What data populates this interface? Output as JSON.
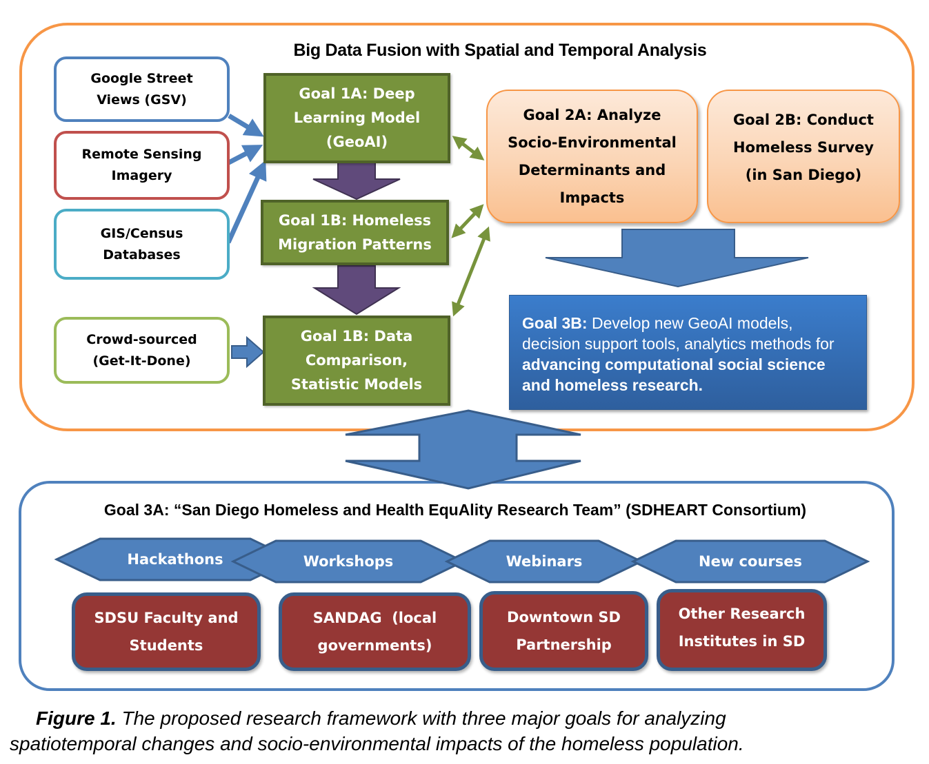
{
  "top_section": {
    "title": "Big Data Fusion with Spatial and Temporal Analysis",
    "sources": [
      {
        "line1": "Google Street",
        "line2": "Views (GSV)",
        "border_color": "#4f81bd"
      },
      {
        "line1": "Remote Sensing",
        "line2": "Imagery",
        "border_color": "#c0504d"
      },
      {
        "line1": "GIS/Census",
        "line2": "Databases",
        "border_color": "#4bacc6"
      },
      {
        "line1": "Crowd-sourced",
        "line2": "(Get-It-Done)",
        "border_color": "#9bbb59"
      }
    ],
    "goal1": [
      {
        "lines": [
          "Goal 1A: Deep",
          "Learning Model",
          "(GeoAI)"
        ]
      },
      {
        "lines": [
          "Goal 1B: Homeless",
          "Migration Patterns"
        ]
      },
      {
        "lines": [
          "Goal 1B: Data",
          "Comparison,",
          "Statistic Models"
        ]
      }
    ],
    "goal2": [
      {
        "lines": [
          "Goal 2A: Analyze",
          "Socio-Environmental",
          "Determinants and",
          "Impacts"
        ]
      },
      {
        "lines": [
          "Goal 2B: Conduct",
          "Homeless Survey",
          "(in San Diego)"
        ]
      }
    ],
    "goal3b": {
      "label": "Goal 3B:",
      "text_plain": " Develop new GeoAI models, decision support tools, analytics methods for ",
      "text_bold": "advancing computational social science and homeless research."
    }
  },
  "bottom_section": {
    "title": "Goal 3A: “San Diego Homeless and Health EquAlity Research Team” (SDHEART Consortium)",
    "activities": [
      "Hackathons",
      "Workshops",
      "Webinars",
      "New courses"
    ],
    "partners": [
      {
        "lines": [
          "SDSU Faculty and",
          "Students"
        ]
      },
      {
        "lines": [
          "SANDAG  (local",
          "governments)"
        ]
      },
      {
        "lines": [
          "Downtown SD",
          "Partnership"
        ]
      },
      {
        "lines": [
          "Other Research",
          "Institutes in SD"
        ]
      }
    ]
  },
  "caption": {
    "label": "Figure 1.",
    "line1": " The proposed research framework with three major goals for analyzing",
    "line2": "spatiotemporal changes and socio-environmental impacts of the homeless population."
  },
  "colors": {
    "orange_border": "#f79646",
    "blue": "#4f81bd",
    "green_fill": "#77933c",
    "green_border": "#4f6228",
    "purple_arrow": "#604a7b",
    "partner_fill": "#953735"
  }
}
